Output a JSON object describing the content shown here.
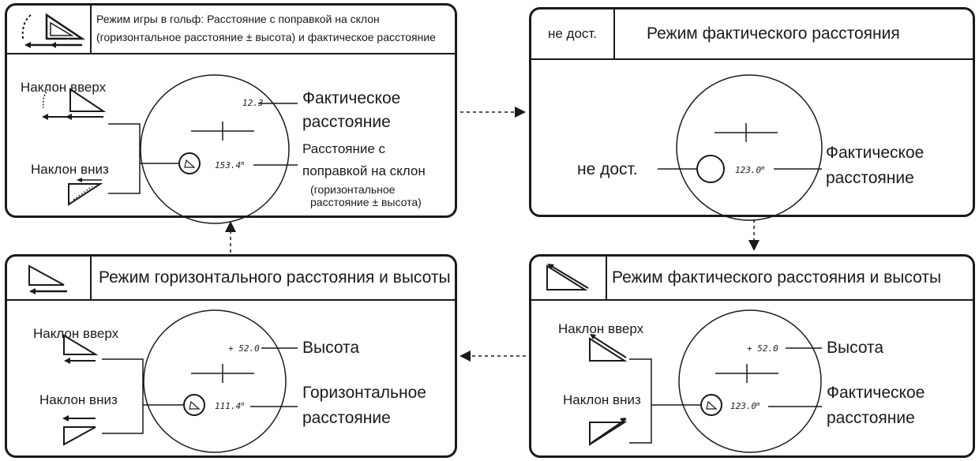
{
  "panels": {
    "golf": {
      "header_line1": "Режим игры в гольф: Расстояние с поправкой на склон",
      "header_line2": "(горизонтальное расстояние ± высота) и фактическое расстояние",
      "slope_up": "Наклон вверх",
      "slope_down": "Наклон вниз",
      "display_actual": "12.3",
      "display_corrected": "153.4",
      "label_actual_1": "Фактическое",
      "label_actual_2": "расстояние",
      "label_corrected_1": "Расстояние с",
      "label_corrected_2": "поправкой на склон",
      "label_corrected_3": "(горизонтальное",
      "label_corrected_4": "расстояние ± высота)"
    },
    "actual": {
      "header_tag": "не дост.",
      "header_title": "Режим фактического расстояния",
      "na_label": "не дост.",
      "display_actual": "123.0",
      "label_actual_1": "Фактическое",
      "label_actual_2": "расстояние"
    },
    "horizontal": {
      "header_title": "Режим горизонтального расстояния и высоты",
      "slope_up": "Наклон вверх",
      "slope_down": "Наклон вниз",
      "display_height": "+ 52.0",
      "display_horizontal": "111.4",
      "label_height": "Высота",
      "label_horizontal_1": "Горизонтальное",
      "label_horizontal_2": "расстояние"
    },
    "actual_height": {
      "header_title": "Режим фактического расстояния и высоты",
      "slope_up": "Наклон вверх",
      "slope_down": "Наклон вниз",
      "display_height": "+ 52.0",
      "display_actual": "123.0",
      "label_height": "Высота",
      "label_actual_1": "Фактическое",
      "label_actual_2": "расстояние"
    }
  },
  "units_mark": "m",
  "colors": {
    "line": "#1a1a1a",
    "background": "#ffffff"
  }
}
